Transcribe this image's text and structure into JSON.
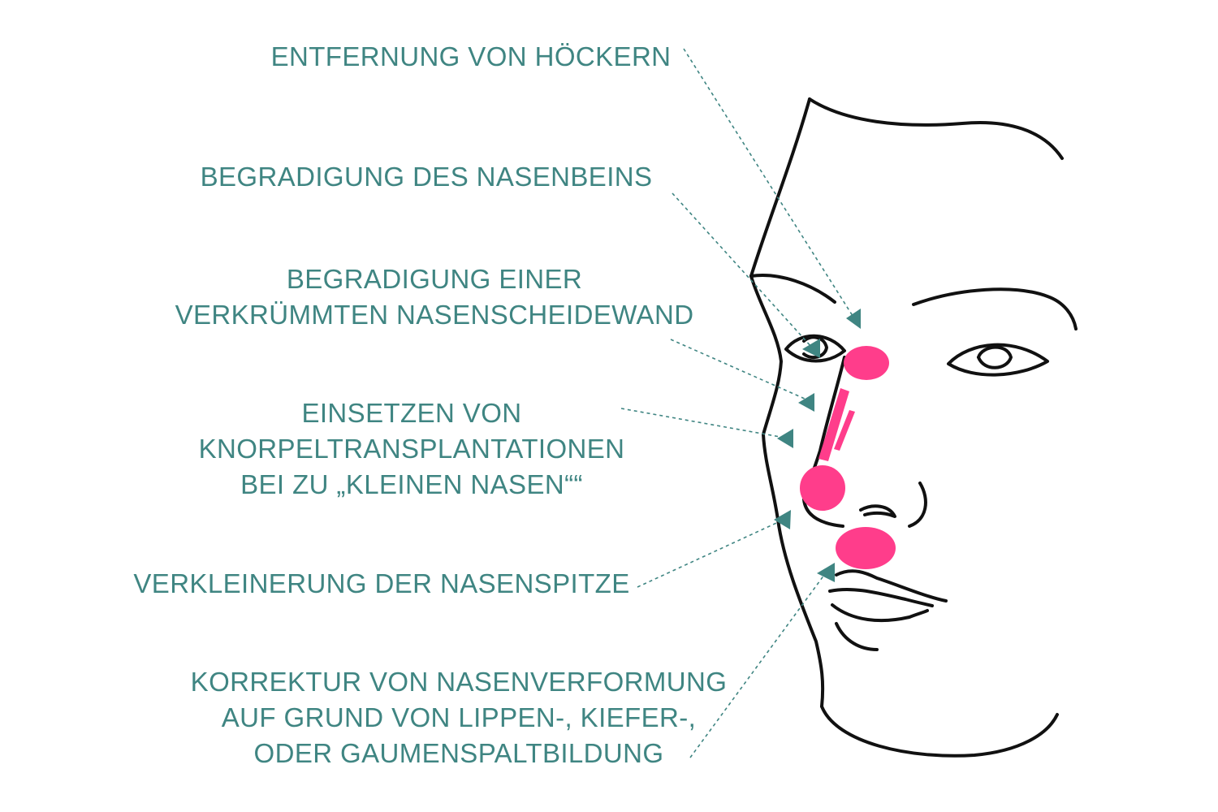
{
  "labels": {
    "hump_removal": [
      "ENTFERNUNG VON HÖCKERN"
    ],
    "nasal_bone": [
      "BEGRADIGUNG DES NASENBEINS"
    ],
    "septum": [
      "BEGRADIGUNG EINER",
      "VERKRÜMMTEN NASENSCHEIDEWAND"
    ],
    "cartilage": [
      "EINSETZEN VON",
      "KNORPELTRANSPLANTATIONEN",
      "BEI ZU „KLEINEN NASEN““"
    ],
    "tip_reduction": [
      "VERKLEINERUNG DER NASENSPITZE"
    ],
    "cleft_correction": [
      "KORREKTUR VON NASENVERFORMUNG",
      "AUF GRUND VON LIPPEN-, KIEFER-,",
      "ODER GAUMENSPALTBILDUNG"
    ]
  },
  "colors": {
    "label_text": "#3f8582",
    "leader_line": "#3f8582",
    "arrowhead": "#3f8582",
    "highlight": "#ff3d8b",
    "face_outline": "#111111"
  }
}
